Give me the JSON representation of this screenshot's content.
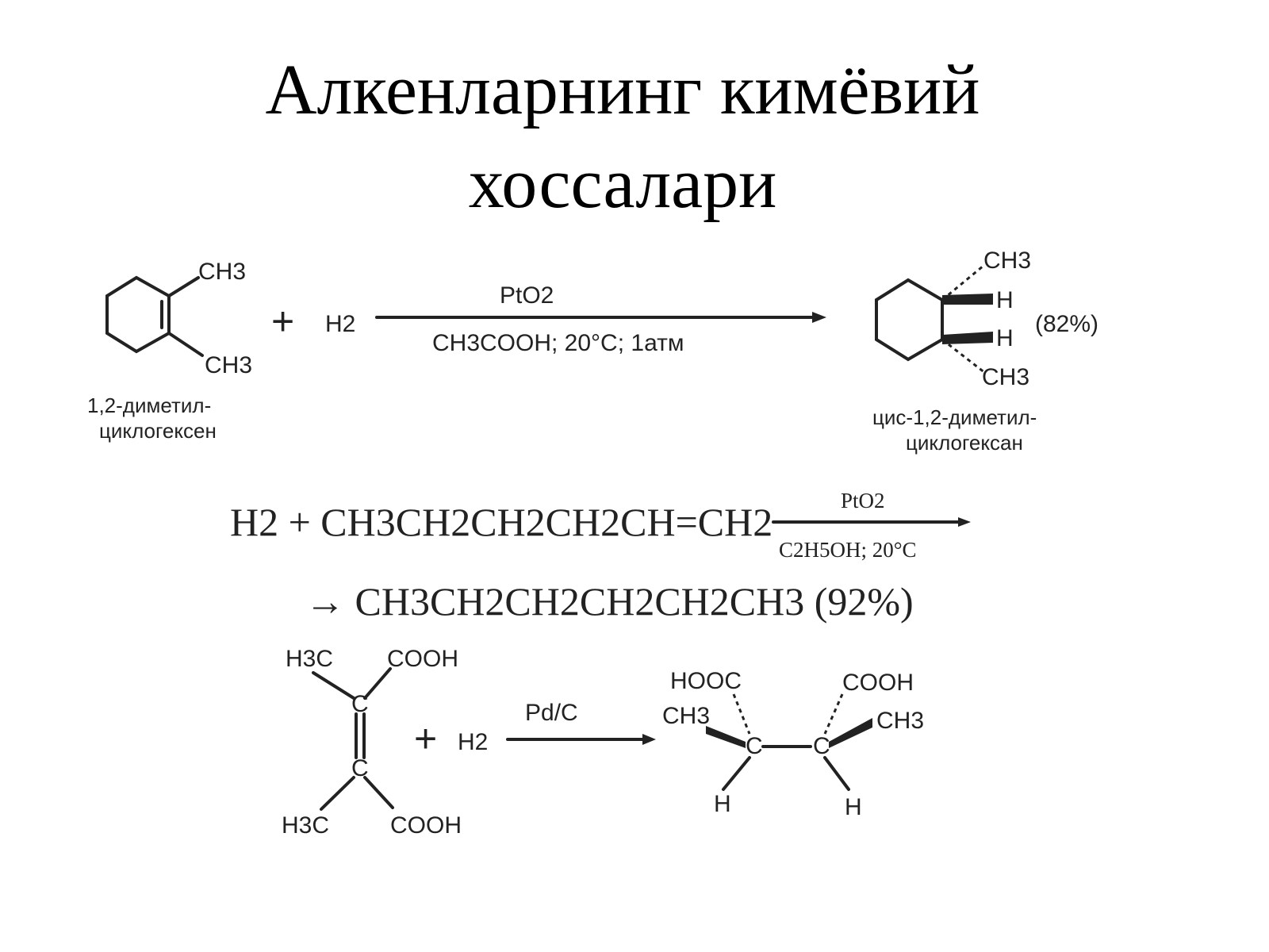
{
  "title": {
    "line1": "Алкенларнинг кимёвий",
    "line2": "хоссалари"
  },
  "reaction1": {
    "reactant_sub1": "CH3",
    "reactant_sub2": "CH3",
    "plus": "+",
    "reagent": "H2",
    "catalyst": "PtO2",
    "conditions": "CH3COOH; 20°C; 1атм",
    "reactant_name_line1": "1,2-диметил-",
    "reactant_name_line2": "циклогексен",
    "product_sub1": "CH3",
    "product_h1": "H",
    "product_h2": "H",
    "product_sub2": "CH3",
    "yield": "(82%)",
    "product_name_line1": "цис-1,2-диметил-",
    "product_name_line2": "циклогексан"
  },
  "reaction2": {
    "equation": "H2 + CH3CH2CH2CH2CH=CH2",
    "catalyst": "PtO2",
    "conditions": "C2H5OH; 20°C",
    "product": "→ CH3CH2CH2CH2CH2CH3 (92%)"
  },
  "reaction3": {
    "r_top_left": "H3C",
    "r_top_right": "COOH",
    "r_c1": "C",
    "r_c2": "C",
    "r_bottom_left": "H3C",
    "r_bottom_right": "COOH",
    "plus": "+",
    "reagent": "H2",
    "catalyst": "Pd/C",
    "p_hooc": "HOOC",
    "p_cooh": "COOH",
    "p_ch3_left": "CH3",
    "p_ch3_right": "CH3",
    "p_c1": "C",
    "p_c2": "C",
    "p_h_left": "H",
    "p_h_right": "H"
  }
}
